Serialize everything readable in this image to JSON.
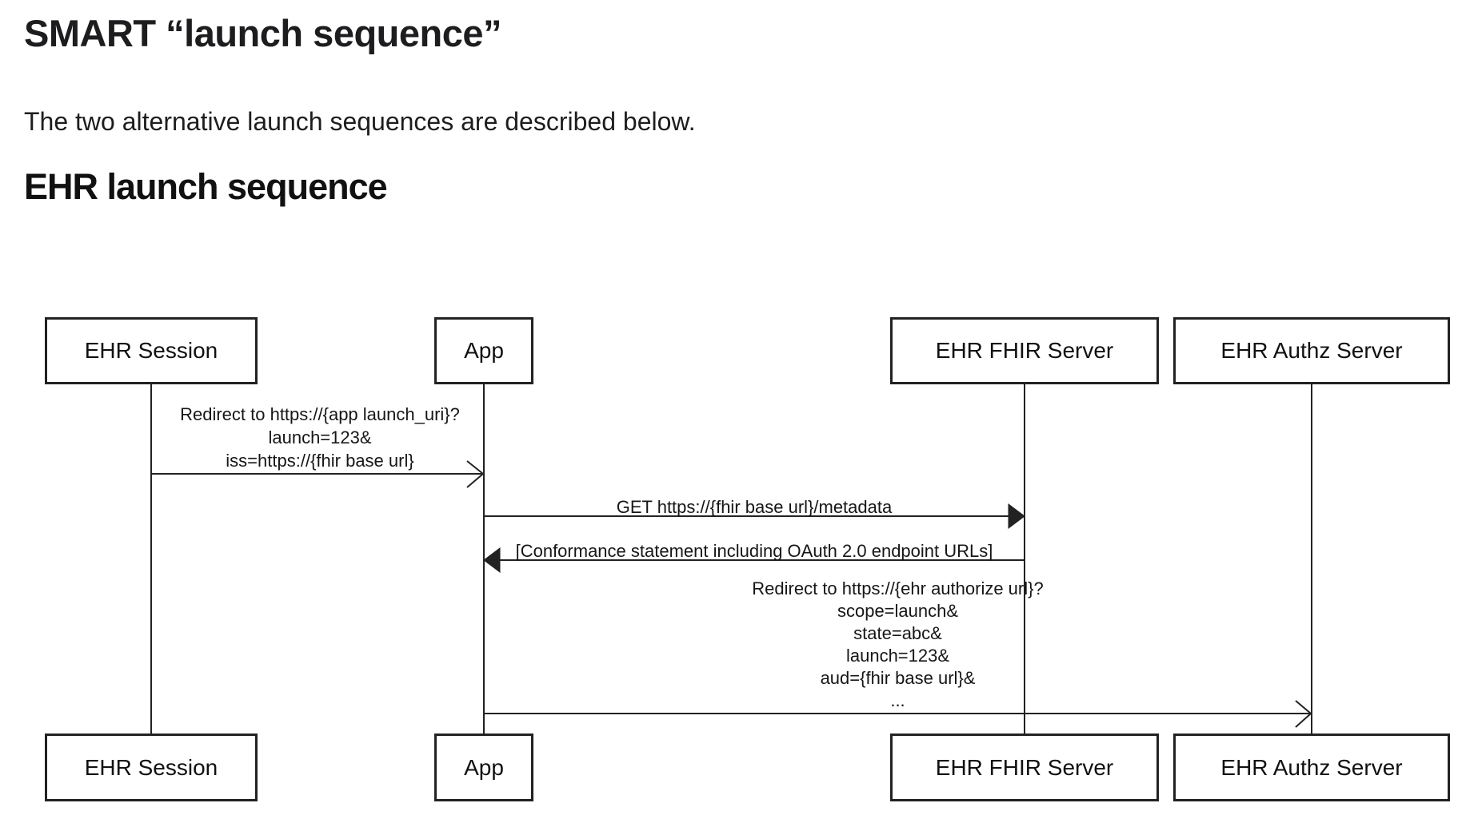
{
  "page": {
    "title": "SMART “launch sequence”",
    "intro": "The two alternative launch sequences are described below.",
    "section_heading": "EHR launch sequence"
  },
  "diagram": {
    "colors": {
      "stroke": "#222222",
      "text": "#161616",
      "background": "#ffffff"
    },
    "actors": [
      {
        "id": "ehr-session",
        "label": "EHR Session"
      },
      {
        "id": "app",
        "label": "App"
      },
      {
        "id": "ehr-fhir-server",
        "label": "EHR FHIR Server"
      },
      {
        "id": "ehr-authz-server",
        "label": "EHR Authz Server"
      }
    ],
    "messages": [
      {
        "from": "ehr-session",
        "to": "app",
        "arrowhead": "open",
        "lines": [
          "Redirect to https://{app launch_uri}?",
          "launch=123&",
          "iss=https://{fhir base url}"
        ]
      },
      {
        "from": "app",
        "to": "ehr-fhir-server",
        "arrowhead": "filled",
        "lines": [
          "GET https://{fhir base url}/metadata"
        ]
      },
      {
        "from": "ehr-fhir-server",
        "to": "app",
        "arrowhead": "filled",
        "lines": [
          "[Conformance statement including OAuth 2.0 endpoint URLs]"
        ]
      },
      {
        "from": "app",
        "to": "ehr-authz-server",
        "arrowhead": "open",
        "lines": [
          "Redirect to https://{ehr authorize url}?",
          "scope=launch&",
          "state=abc&",
          "launch=123&",
          "aud={fhir base url}&",
          "..."
        ]
      }
    ]
  }
}
